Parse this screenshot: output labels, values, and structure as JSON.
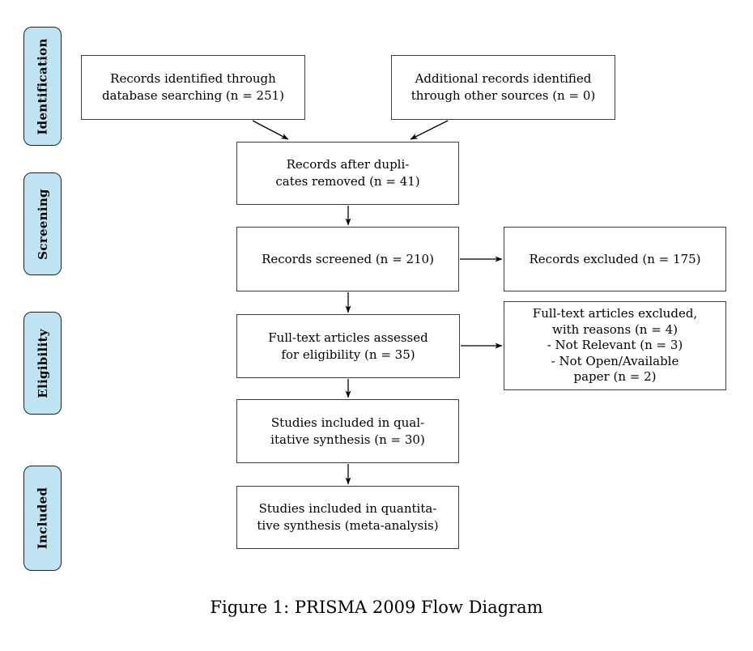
{
  "figure": {
    "caption": "Figure 1: PRISMA 2009 Flow Diagram"
  },
  "stages": {
    "identification": {
      "label": "Identification"
    },
    "screening": {
      "label": "Screening"
    },
    "eligibility": {
      "label": "Eligibility"
    },
    "included": {
      "label": "Included"
    }
  },
  "boxes": {
    "records_identified": {
      "text": "Records identified through\ndatabase searching (n = 251)"
    },
    "additional_records": {
      "text": "Additional records identified\nthrough other sources (n = 0)"
    },
    "duplicates_removed": {
      "text": "Records after dupli-\ncates removed (n = 41)"
    },
    "records_screened": {
      "text": "Records screened (n = 210)"
    },
    "records_excluded": {
      "text": "Records excluded (n = 175)"
    },
    "fulltext_assessed": {
      "text": "Full-text articles assessed\nfor eligibility (n = 35)"
    },
    "fulltext_excluded": {
      "text": "Full-text articles excluded,\nwith reasons (n = 4)\n- Not Relevant (n = 3)\n- Not Open/Available\npaper (n = 2)"
    },
    "qualitative_synthesis": {
      "text": "Studies included in qual-\nitative synthesis (n = 30)"
    },
    "quantitative_synthesis": {
      "text": "Studies included in quantita-\ntive synthesis (meta-analysis)"
    }
  },
  "colors": {
    "stage_fill": "#bee3f2",
    "stage_border": "#222222",
    "box_border": "#3d3d3d",
    "arrow": "#000000"
  }
}
